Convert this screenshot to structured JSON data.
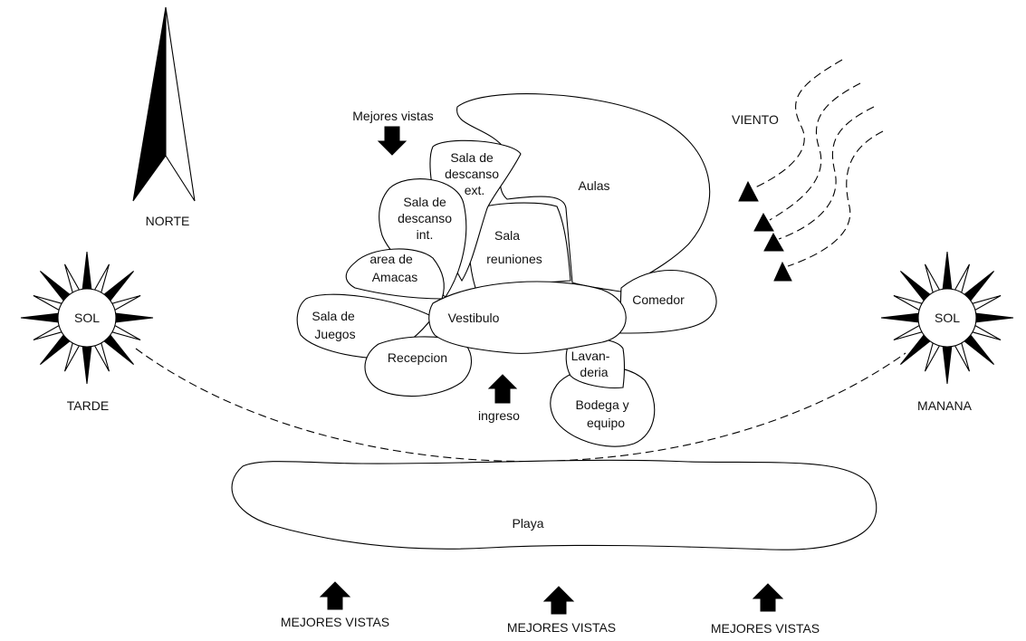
{
  "compass": {
    "label": "NORTE"
  },
  "sun_left": {
    "label": "SOL",
    "caption": "TARDE"
  },
  "sun_right": {
    "label": "SOL",
    "caption": "MANANA"
  },
  "wind": {
    "label": "VIENTO"
  },
  "rooms": {
    "sala_descanso_ext": [
      "Sala de",
      "descanso",
      "ext."
    ],
    "sala_descanso_int": [
      "Sala de",
      "descanso",
      "int."
    ],
    "area_amacas": [
      "area de",
      "Amacas"
    ],
    "sala_reuniones": [
      "Sala",
      "reuniones"
    ],
    "aulas": "Aulas",
    "comedor": "Comedor",
    "sala_juegos": [
      "Sala de",
      "Juegos"
    ],
    "vestibulo": "Vestibulo",
    "recepcion": "Recepcion",
    "lavanderia": [
      "Lavan-",
      "deria"
    ],
    "bodega": [
      "Bodega y",
      "equipo"
    ],
    "playa": "Playa"
  },
  "arrows": {
    "top_views": "Mejores vistas",
    "entrance": "ingreso",
    "bottom_views": [
      "MEJORES VISTAS",
      "MEJORES VISTAS",
      "MEJORES VISTAS"
    ]
  }
}
